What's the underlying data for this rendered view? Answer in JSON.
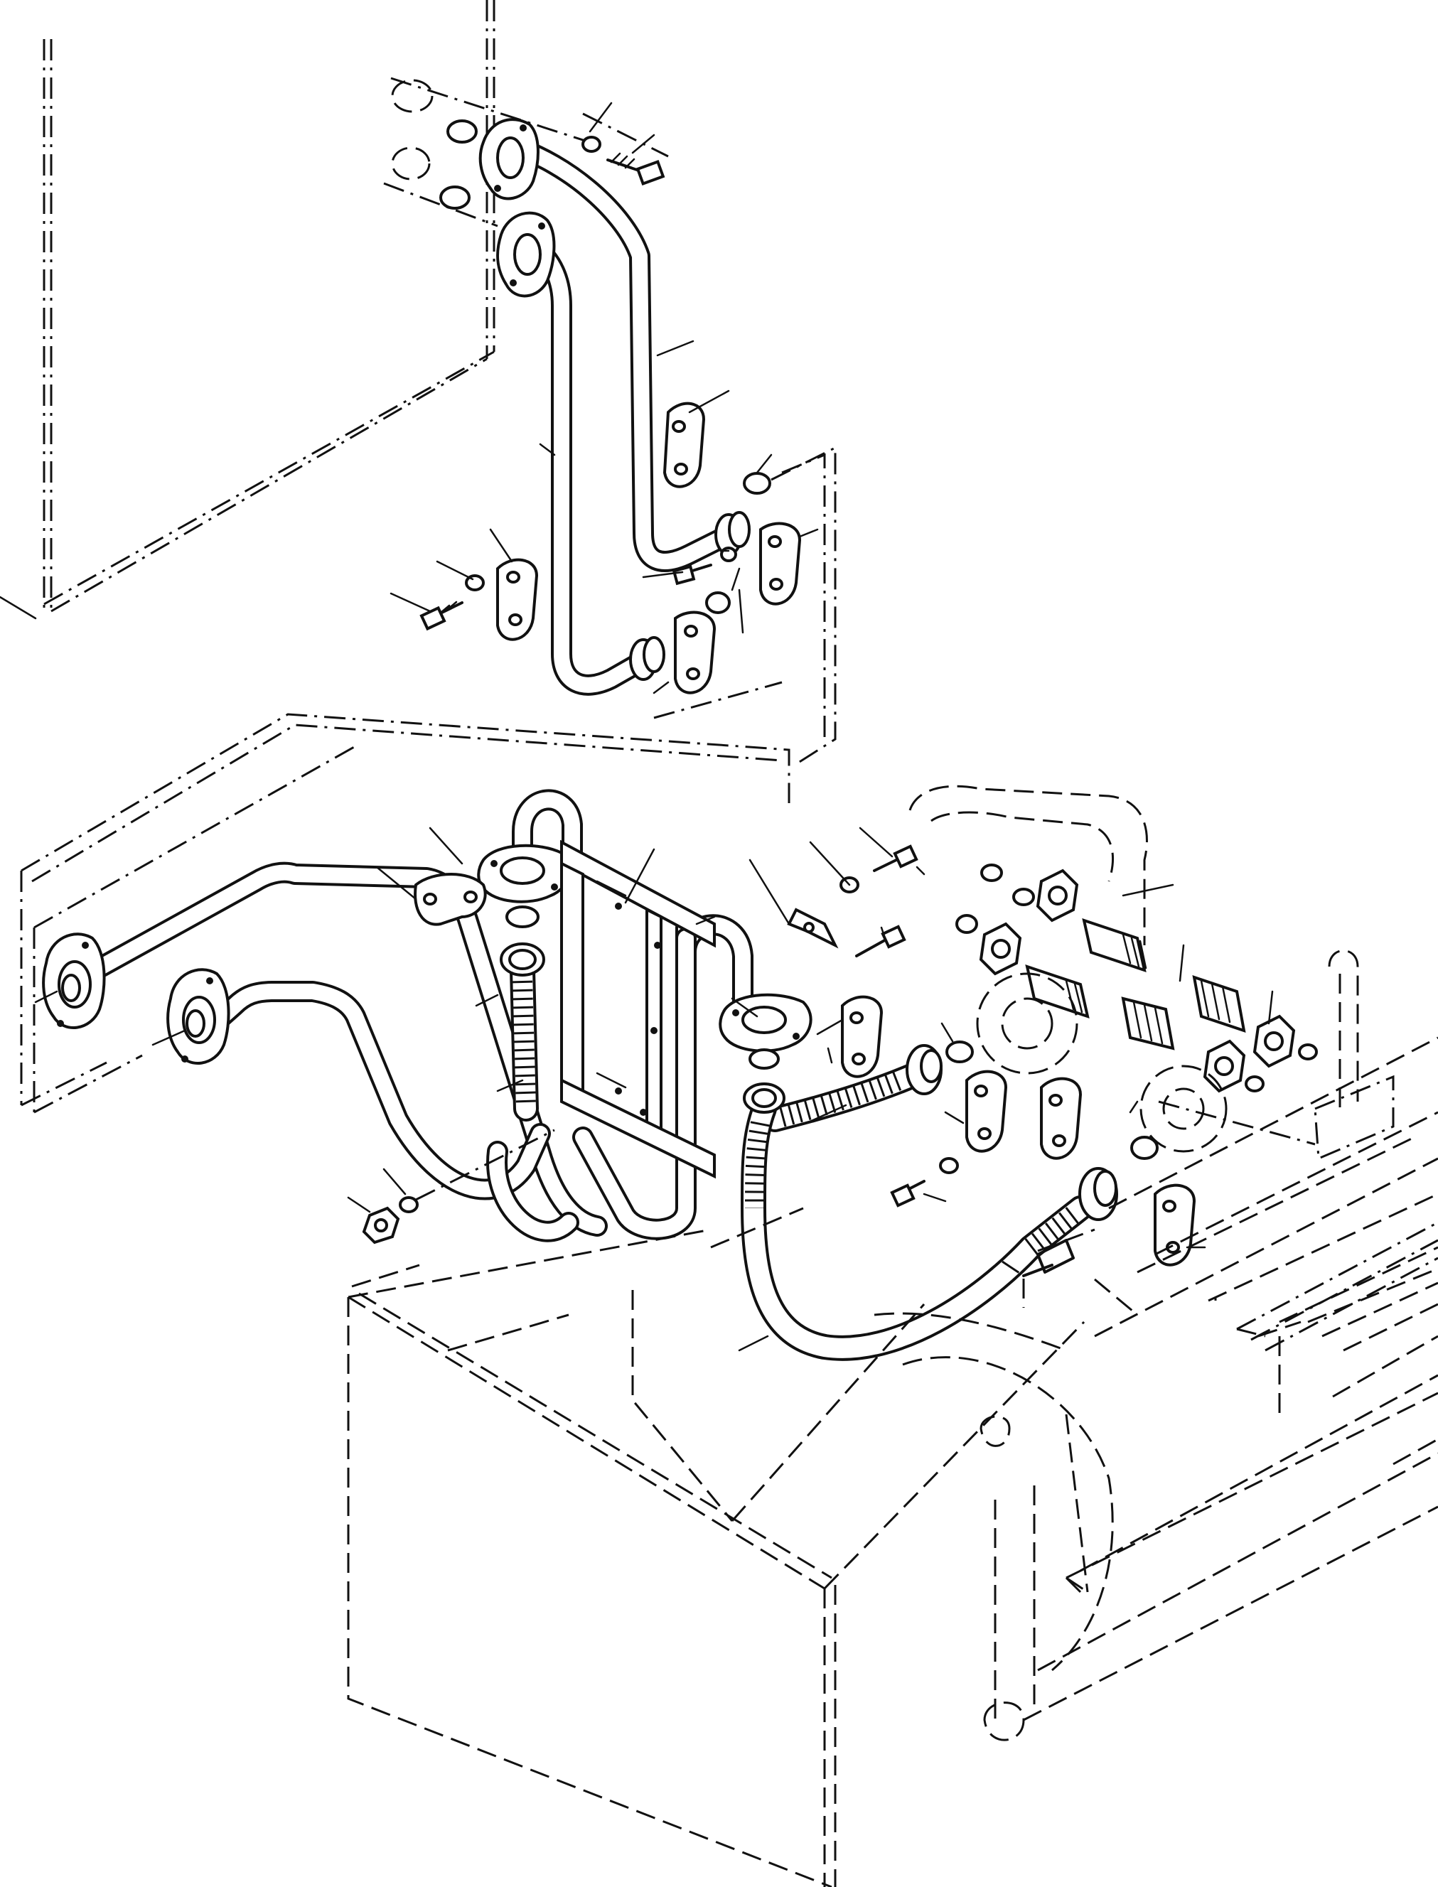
{
  "diagram": {
    "parts": [
      "upper-left-wall-outline",
      "upper-pipe-pair",
      "upper-flange",
      "upper-o-rings",
      "upper-bolt-washer",
      "split-flange-clamps",
      "lower-manifold-outline",
      "horizontal-pipe-pair",
      "u-pipes",
      "mounting-bracket",
      "flexible-hoses",
      "hydraulic-fittings",
      "frame-outline"
    ],
    "colors": {
      "line": "#111111",
      "background": "#ffffff"
    }
  }
}
